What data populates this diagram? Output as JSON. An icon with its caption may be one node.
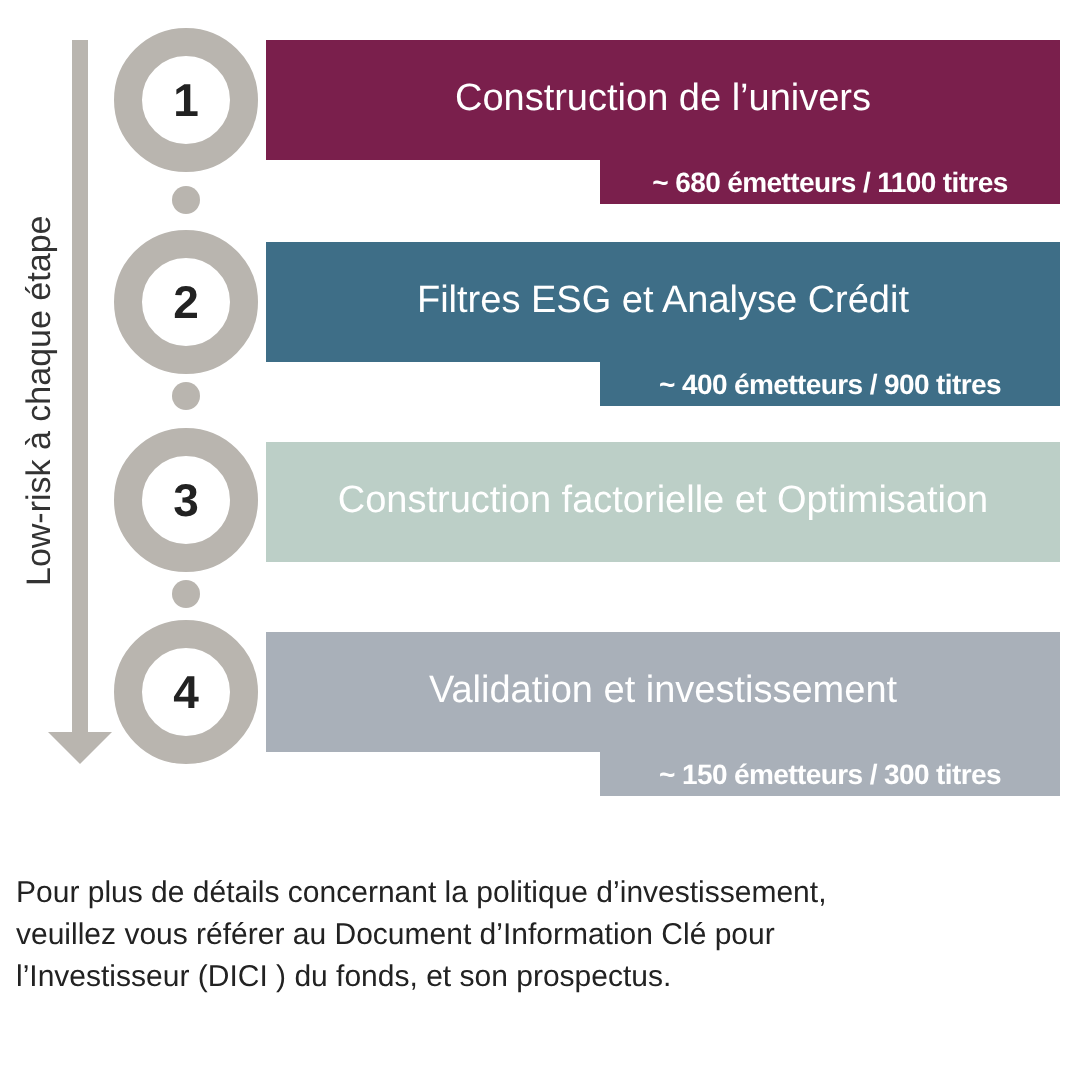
{
  "diagram": {
    "nodes": [
      {
        "text": [
          "1"
        ]
      },
      {
        "text": [
          "2"
        ]
      },
      {
        "text": [
          "3"
        ]
      },
      {
        "text": [
          "4"
        ]
      },
      {
        "text": [
          "Construction de l’univers",
          "~ 680 émetteurs / 1100 titres"
        ]
      },
      {
        "text": [
          "Filtres ESG et Analyse Crédit",
          "~ 400 émetteurs / 900 titres"
        ]
      },
      {
        "text": [
          "Construction factorielle et Optimisation"
        ]
      },
      {
        "text": [
          "Validation et investissement",
          "~ 150 émetteurs / 300 titres"
        ]
      }
    ],
    "edges": [],
    "labels": [
      "Low-risk à chaque étape",
      "Pour plus de détails concernant la politique d’investissement, veuillez vous référer au  Document d’Information Clé pour l’Investisseur (DICI ) du fonds, et son prospectus."
    ]
  }
}
